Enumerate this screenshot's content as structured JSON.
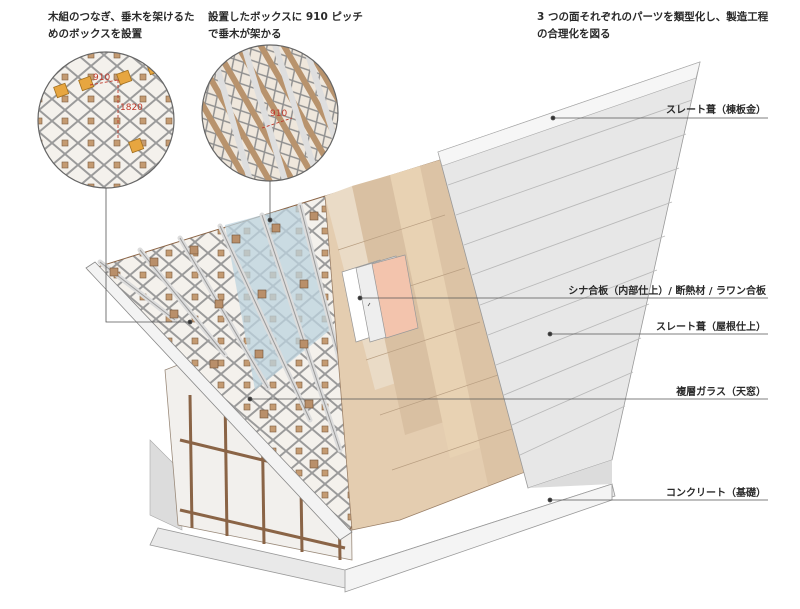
{
  "captions": [
    {
      "line1": "木組のつなぎ、垂木を架けるた",
      "line2": "めのボックスを設置"
    },
    {
      "line1": "設置したボックスに 910 ピッチ",
      "line2": "で垂木が架かる"
    },
    {
      "line1": "3 つの面それぞれのパーツを類型化し、製造工程",
      "line2": "の合理化を図る"
    }
  ],
  "callouts": [
    "スレート葺（棟板金）",
    "シナ合板（内部仕上）/ 断熱材 / ラワン合板",
    "スレート葺（屋根仕上）",
    "複層ガラス（天窓）",
    "コンクリート（基礎）"
  ],
  "detail_dims": {
    "left_a": "910",
    "left_b": "1820",
    "right_a": "910"
  },
  "colors": {
    "timber": "#b98f6a",
    "timber_dark": "#8a6446",
    "slate": "#e7e7e7",
    "slate_line": "#b9b9b9",
    "glass": "#bcd3df",
    "plywood": "#e4cdb0",
    "concrete": "#efefef",
    "box_orange": "#e7a640",
    "leader": "#555555"
  }
}
